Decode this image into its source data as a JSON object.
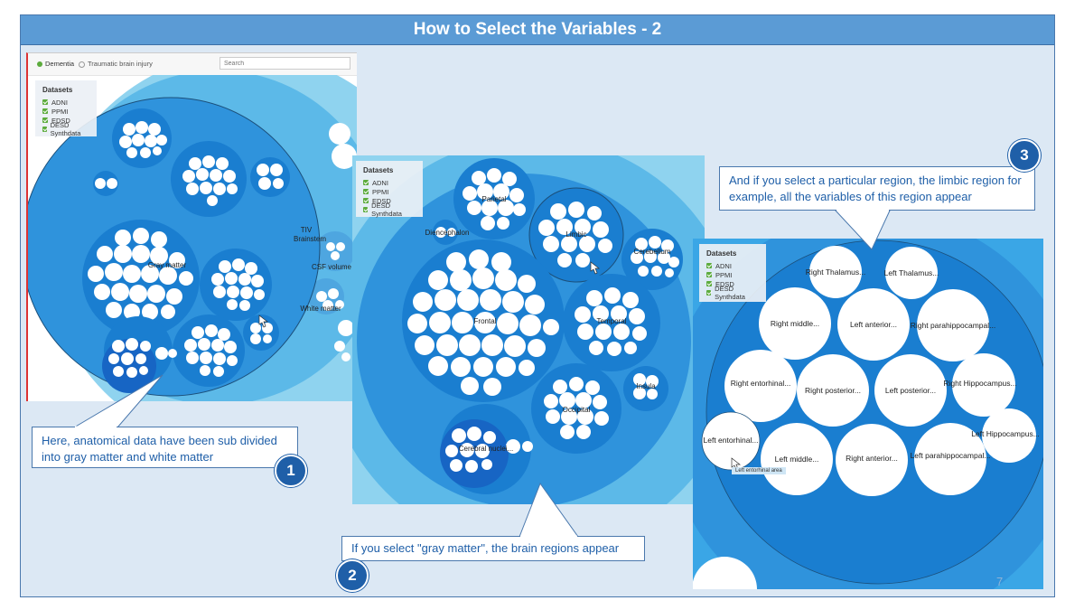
{
  "title": "How to Select the Variables - 2",
  "screenshot1": {
    "radio_options": [
      "Dementia",
      "Traumatic brain injury"
    ],
    "search_placeholder": "Search",
    "datasets_header": "Datasets",
    "datasets": [
      "ADNI",
      "PPMI",
      "EDSD",
      "DESD Synthdata"
    ],
    "labels": {
      "gray_matter": "Gray matter",
      "tiv": "TIV",
      "brainstem": "Brainstem",
      "csf_volume": "CSF volume",
      "white_matter": "White matter"
    }
  },
  "screenshot2": {
    "datasets_header": "Datasets",
    "datasets": [
      "ADNI",
      "PPMI",
      "EDSD",
      "DESD Synthdata"
    ],
    "labels": {
      "parietal": "Parietal",
      "diencephalon": "Diencephalon",
      "limbic": "Limbic",
      "cerebellum": "Cerebellum",
      "frontal": "Frontal",
      "temporal": "Temporal",
      "insula": "Insula",
      "occipital": "Occipital",
      "cerebral_nuclei": "Cerebral nuclei..."
    }
  },
  "screenshot3": {
    "datasets_header": "Datasets",
    "datasets": [
      "ADNI",
      "PPMI",
      "EDSD",
      "DESD Synthdata"
    ],
    "regions": [
      "Right Thalamus...",
      "Left Thalamus...",
      "Right middle...",
      "Left anterior...",
      "Right parahippocampal...",
      "Right entorhinal...",
      "Right posterior...",
      "Left posterior...",
      "Right Hippocampus...",
      "Left entorhinal...",
      "Left middle...",
      "Right anterior...",
      "Left parahippocampal...",
      "Left Hippocampus..."
    ],
    "tooltip": "Left entorhinal area",
    "page_number": "7"
  },
  "callouts": {
    "c1": "Here, anatomical data have been sub divided into gray matter and white matter",
    "c2": "If you select \"gray matter\", the brain regions appear",
    "c3": "And if you select a particular region, the limbic region for example, all the variables of this region appear"
  },
  "badges": {
    "b1": "1",
    "b2": "2",
    "b3": "3"
  }
}
